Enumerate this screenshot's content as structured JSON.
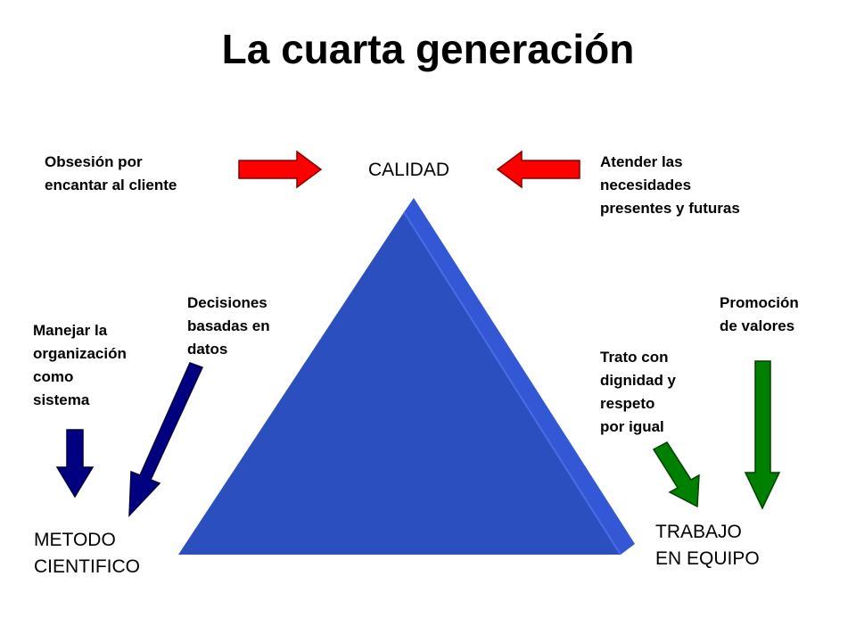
{
  "title": "La cuarta generación",
  "vertices": {
    "top": "CALIDAD",
    "bottom_left": "METODO\nCIENTIFICO",
    "bottom_right": "TRABAJO\nEN EQUIPO"
  },
  "notes": {
    "obsesion": "Obsesión por\nencantar al cliente",
    "atender": "Atender las\nnecesidades\npresentes y futuras",
    "manejar": "Manejar la\norganización\ncomo\nsistema",
    "decisiones": "Decisiones\nbasadas en\ndatos",
    "trato": "Trato con\ndignidad y\nrespeto\npor igual",
    "promocion": "Promoción\nde valores"
  },
  "colors": {
    "triangle_front": "#2b4fbf",
    "triangle_side": "#3457d6",
    "red_arrow": "#ff0000",
    "navy_arrow": "#000080",
    "green_arrow": "#008000"
  }
}
